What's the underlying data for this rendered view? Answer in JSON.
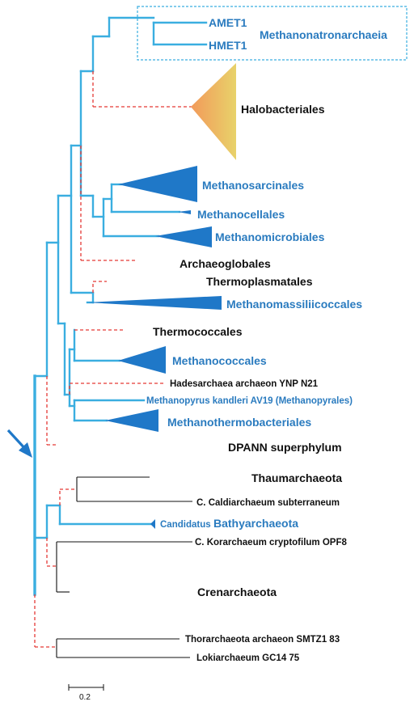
{
  "colors": {
    "methanogen_branch": "#3aaee0",
    "methanogen_label": "#2a7bbf",
    "clade_fill": "#1f78c8",
    "non_methanogen_branch": "#e53935",
    "other_branch": "#111111",
    "halo_gradient_start": "#f29a5a",
    "halo_gradient_end": "#e8d26a",
    "box_border": "#3aaee0"
  },
  "labels": {
    "amet1": "AMET1",
    "hmet1": "HMET1",
    "methanonatronarchaeia": "Methanonatronarchaeia",
    "halobacteriales": "Halobacteriales",
    "methanosarcinales": "Methanosarcinales",
    "methanocellales": "Methanocellales",
    "methanomicrobiales": "Methanomicrobiales",
    "archaeoglobales": "Archaeoglobales",
    "thermoplasmatales": "Thermoplasmatales",
    "methanomassiliicoccales": "Methanomassiliicoccales",
    "thermococcales": "Thermococcales",
    "methanococcales": "Methanococcales",
    "hadesarchaea": "Hadesarchaea archaeon YNP N21",
    "methanopyrus": "Methanopyrus kandleri AV19 (Methanopyrales)",
    "methanothermobacteriales": "Methanothermobacteriales",
    "dpann": "DPANN superphylum",
    "thaumarchaeota": "Thaumarchaeota",
    "caldiarchaeum": "C. Caldiarchaeum subterraneum",
    "candidatus": "Candidatus",
    "bathyarchaeota": "Bathyarchaeota",
    "korarchaeum": "C. Korarchaeum cryptofilum OPF8",
    "crenarchaeota": "Crenarchaeota",
    "thorarchaeota": "Thorarchaeota archaeon SMTZ1 83",
    "lokiarchaeum": "Lokiarchaeum GC14 75"
  },
  "scale_bar": {
    "label": "0.2"
  },
  "icons": {
    "root_marker": "arrow-icon"
  }
}
